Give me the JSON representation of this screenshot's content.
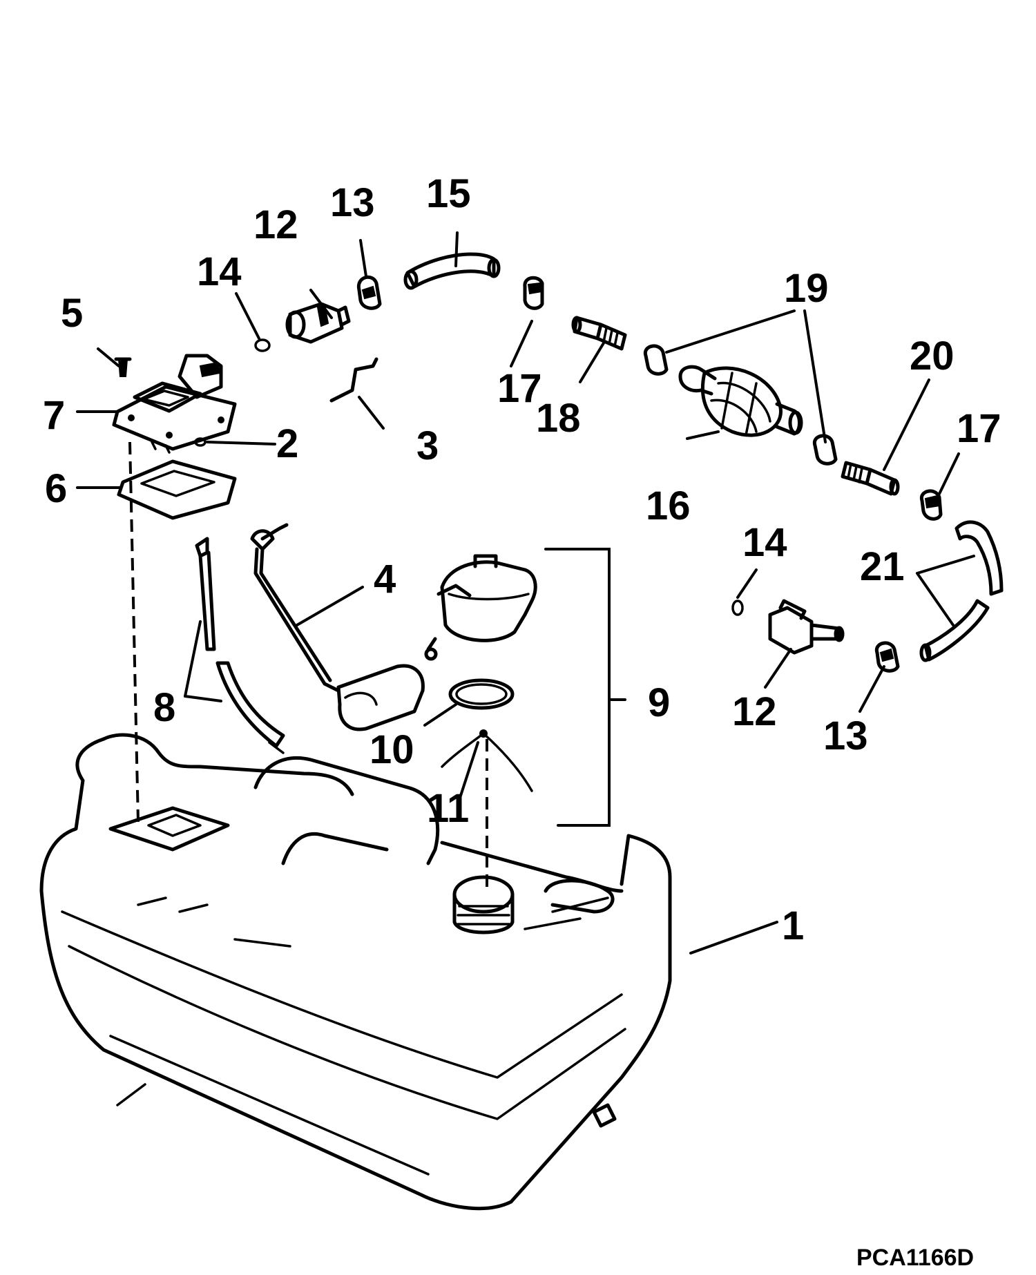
{
  "diagram": {
    "drawing_code": "PCA1166D",
    "callouts": [
      {
        "id": "c1",
        "label": "1"
      },
      {
        "id": "c2",
        "label": "2"
      },
      {
        "id": "c3",
        "label": "3"
      },
      {
        "id": "c4",
        "label": "4"
      },
      {
        "id": "c5",
        "label": "5"
      },
      {
        "id": "c6",
        "label": "6"
      },
      {
        "id": "c7",
        "label": "7"
      },
      {
        "id": "c8",
        "label": "8"
      },
      {
        "id": "c9",
        "label": "9"
      },
      {
        "id": "c10",
        "label": "10"
      },
      {
        "id": "c11",
        "label": "11"
      },
      {
        "id": "c12a",
        "label": "12"
      },
      {
        "id": "c12b",
        "label": "12"
      },
      {
        "id": "c13a",
        "label": "13"
      },
      {
        "id": "c13b",
        "label": "13"
      },
      {
        "id": "c14a",
        "label": "14"
      },
      {
        "id": "c14b",
        "label": "14"
      },
      {
        "id": "c15",
        "label": "15"
      },
      {
        "id": "c16",
        "label": "16"
      },
      {
        "id": "c17a",
        "label": "17"
      },
      {
        "id": "c17b",
        "label": "17"
      },
      {
        "id": "c18",
        "label": "18"
      },
      {
        "id": "c19",
        "label": "19"
      },
      {
        "id": "c20",
        "label": "20"
      },
      {
        "id": "c21",
        "label": "21"
      }
    ]
  }
}
